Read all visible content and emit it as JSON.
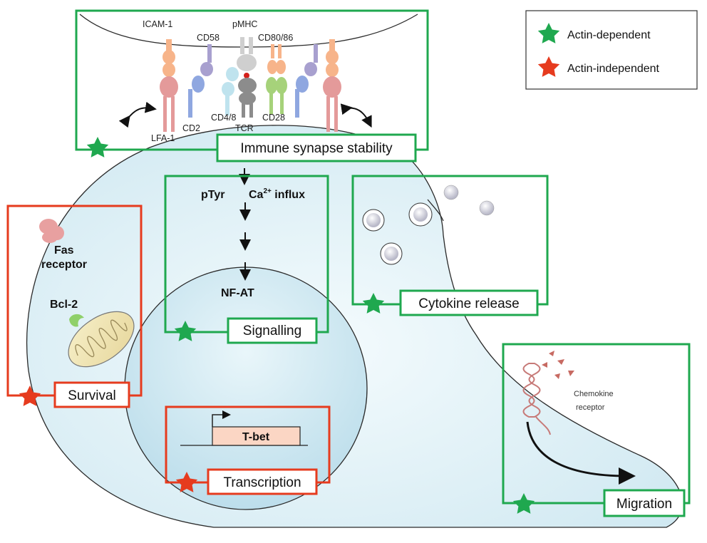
{
  "legend": {
    "actin_dependent": "Actin-dependent",
    "actin_independent": "Actin-independent",
    "green": "#1fa84f",
    "red": "#e63b1e"
  },
  "synapse": {
    "label": "Immune synapse stability",
    "molecules": {
      "icam1": "ICAM-1",
      "cd58": "CD58",
      "pmhc": "pMHC",
      "cd8086": "CD80/86",
      "lfa1": "LFA-1",
      "cd2": "CD2",
      "cd48": "CD4/8",
      "tcr": "TCR",
      "cd28": "CD28"
    }
  },
  "signalling": {
    "label": "Signalling",
    "ptyr": "pTyr",
    "ca_base": "Ca",
    "ca_sup": "2+",
    "ca_rest": " influx",
    "nfat": "NF-AT"
  },
  "cytokine": {
    "label": "Cytokine release"
  },
  "survival": {
    "label": "Survival",
    "fas_line1": "Fas",
    "fas_line2": "receptor",
    "bcl2": "Bcl-2"
  },
  "transcription": {
    "label": "Transcription",
    "gene": "T-bet"
  },
  "migration": {
    "label": "Migration",
    "chemo_line1": "Chemokine",
    "chemo_line2": "receptor"
  }
}
